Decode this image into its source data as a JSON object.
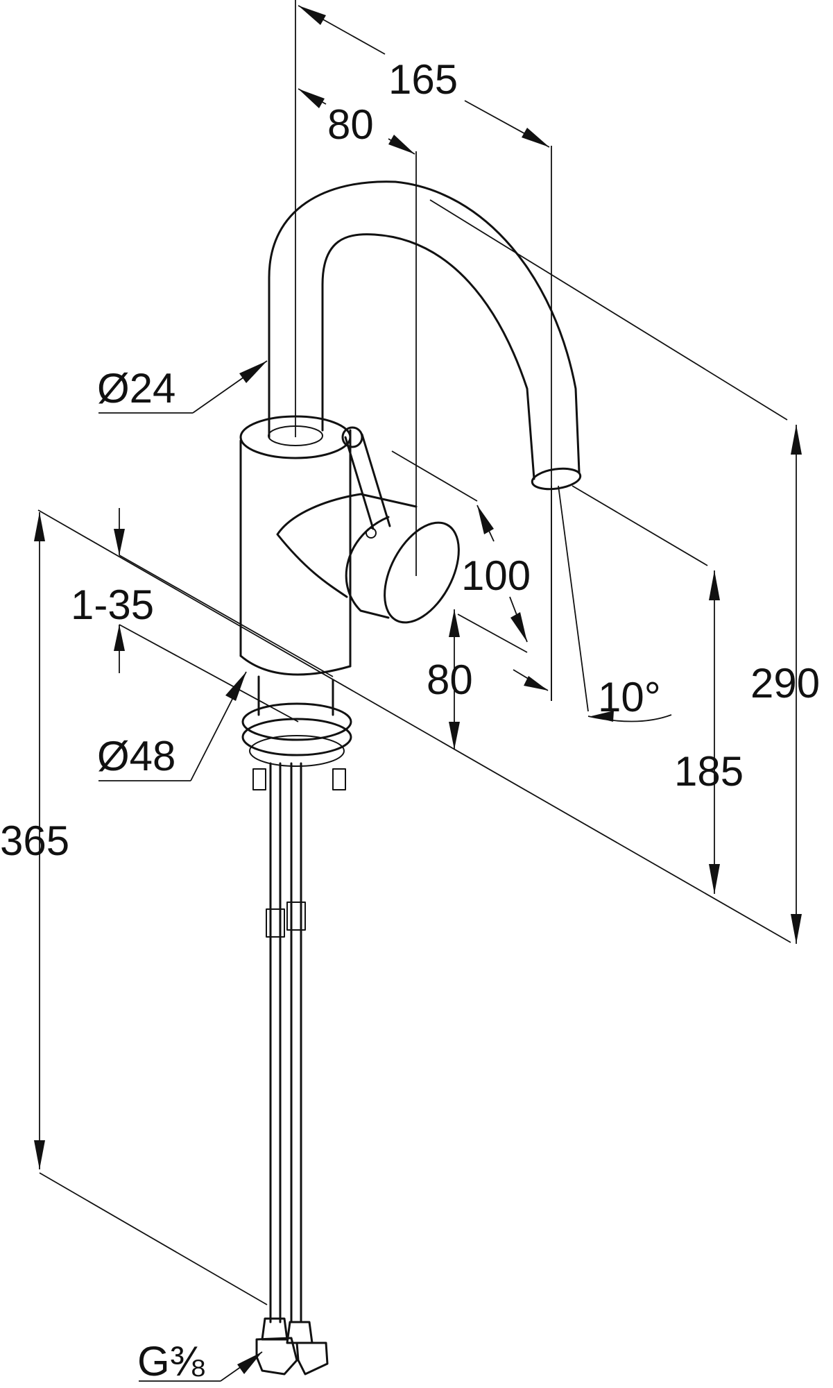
{
  "dimensions": {
    "overall_reach": "165",
    "spout_offset": "80",
    "spout_diameter": "Ø24",
    "lever_length": "100",
    "deck_thickness": "1-35",
    "body_projection": "80",
    "spout_angle": "10°",
    "base_diameter": "Ø48",
    "outlet_height": "185",
    "total_height": "290",
    "hose_length": "365",
    "connection_thread": "G⅜"
  },
  "colors": {
    "line": "#111111",
    "background": "#ffffff"
  }
}
